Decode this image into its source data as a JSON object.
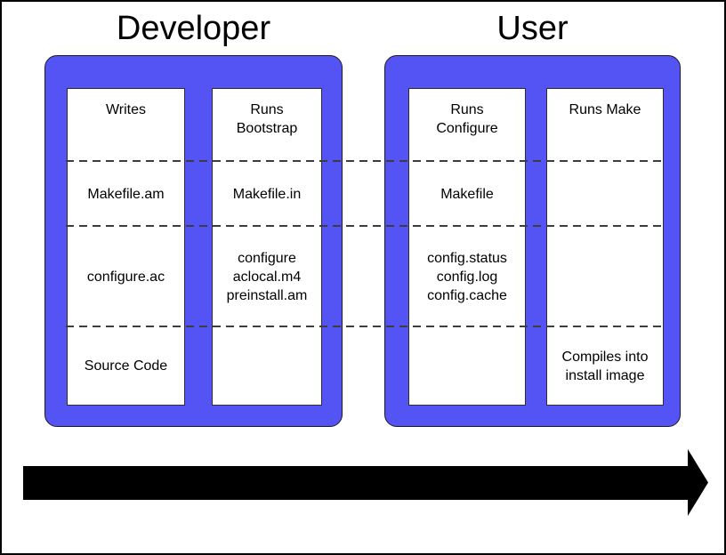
{
  "diagram": {
    "groups": [
      {
        "title": "Developer",
        "columns": [
          {
            "name": "writes",
            "cells": [
              [
                "Writes"
              ],
              [
                "Makefile.am"
              ],
              [
                "configure.ac"
              ],
              [
                "Source Code"
              ]
            ]
          },
          {
            "name": "runs-bootstrap",
            "cells": [
              [
                "Runs",
                "Bootstrap"
              ],
              [
                "Makefile.in"
              ],
              [
                "configure",
                "aclocal.m4",
                "preinstall.am"
              ],
              []
            ]
          }
        ]
      },
      {
        "title": "User",
        "columns": [
          {
            "name": "runs-configure",
            "cells": [
              [
                "Runs",
                "Configure"
              ],
              [
                "Makefile"
              ],
              [
                "config.status",
                "config.log",
                "config.cache"
              ],
              []
            ]
          },
          {
            "name": "runs-make",
            "cells": [
              [
                "Runs Make"
              ],
              [],
              [],
              [
                "Compiles into",
                "install image"
              ]
            ]
          }
        ]
      }
    ],
    "arrow": {
      "direction": "right"
    },
    "colors": {
      "box_fill": "#5454f5",
      "box_border": "#1c1c1c",
      "column_border": "#2e2e2e",
      "dash": "#3d3d3d",
      "arrow": "#000000",
      "text": "#000000"
    }
  }
}
